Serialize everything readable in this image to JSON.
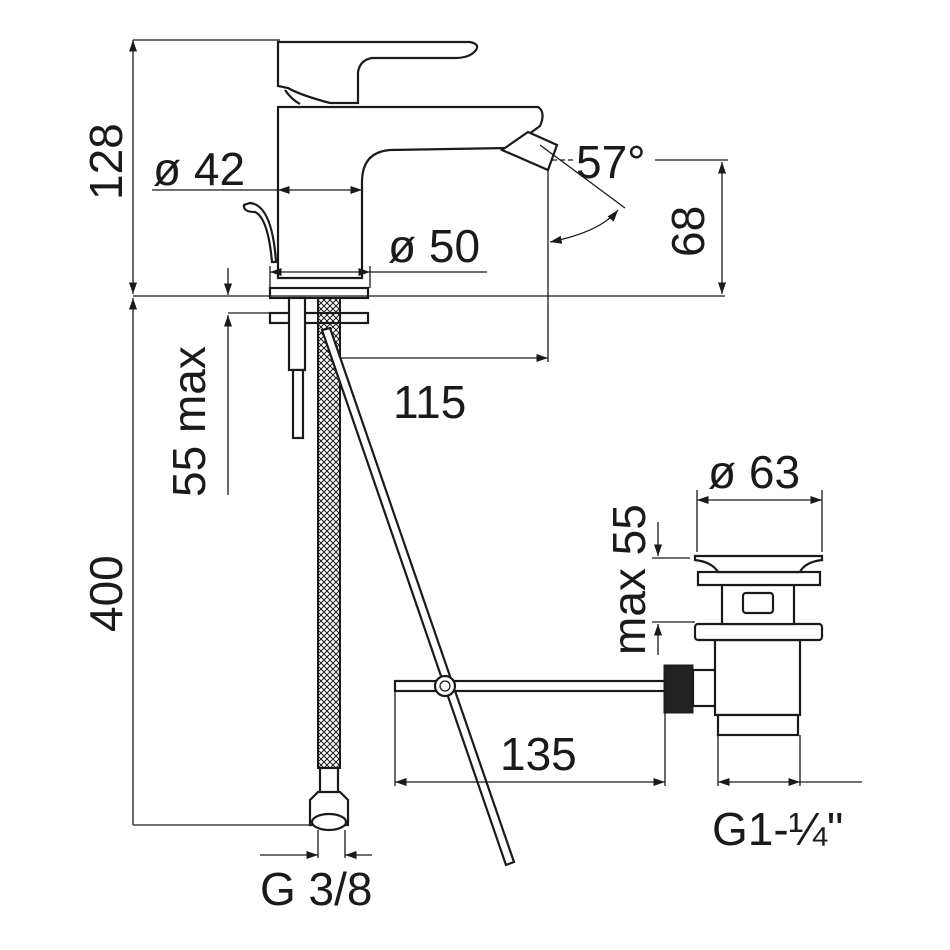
{
  "drawing": {
    "title": "Bidet mixer with pop-up waste – dimensions",
    "dimensions": {
      "height_total": "128",
      "hose_length": "400",
      "deck_thickness": "55 max",
      "body_diameter": "ø 42",
      "base_diameter": "ø 50",
      "spout_reach": "115",
      "spout_angle": "57°",
      "spout_height": "68",
      "hose_connection": "G 3/8",
      "waste_diameter": "ø 63",
      "waste_thickness": "max 55",
      "rod_length": "135",
      "waste_thread": "G1-¼\""
    }
  }
}
